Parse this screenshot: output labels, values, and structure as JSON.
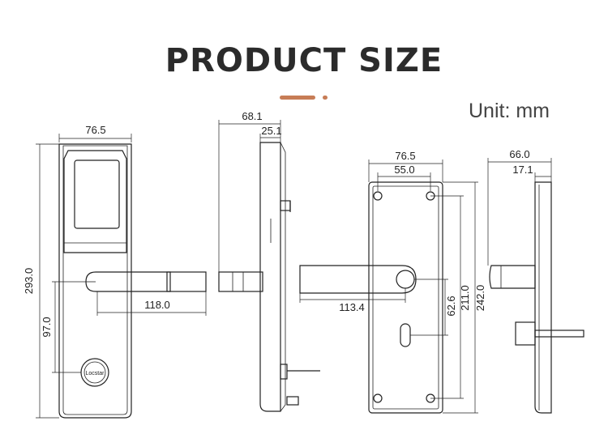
{
  "header": {
    "title": "PRODUCT SIZE",
    "unit": "Unit: mm",
    "accent_color": "#c77d56"
  },
  "dimensions": {
    "front_width": "76.5",
    "front_height": "293.0",
    "front_handle_length": "118.0",
    "front_handle_height": "97.0",
    "side_depth": "68.1",
    "side_body_depth": "25.1",
    "back_width": "76.5",
    "back_hole_spacing": "55.0",
    "back_handle_length": "113.4",
    "back_slot_height": "62.6",
    "back_hole_height": "211.0",
    "back_plate_height": "242.0",
    "side2_depth": "66.0",
    "side2_body_depth": "17.1"
  },
  "brand_text": "Locstar"
}
